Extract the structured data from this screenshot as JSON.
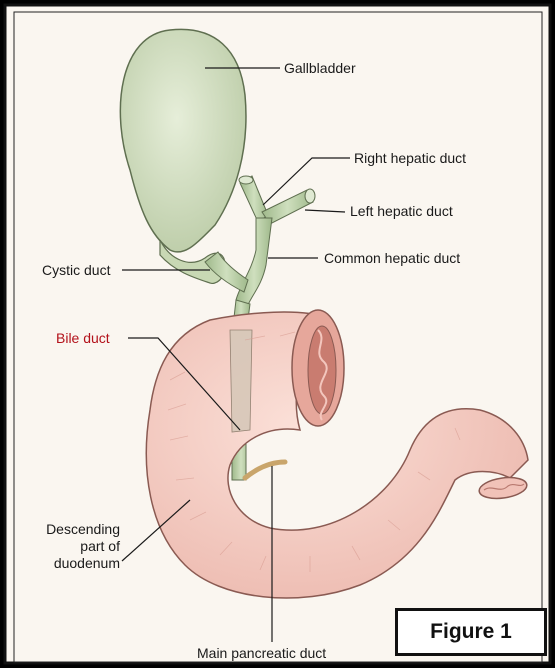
{
  "labels": {
    "gallbladder": "Gallbladder",
    "right_hepatic_duct": "Right hepatic duct",
    "left_hepatic_duct": "Left hepatic duct",
    "common_hepatic_duct": "Common hepatic duct",
    "cystic_duct": "Cystic duct",
    "bile_duct": "Bile duct",
    "descending_line1": "Descending",
    "descending_line2": "part of",
    "descending_line3": "duodenum",
    "main_pancreatic_duct": "Main pancreatic duct"
  },
  "figure_label": "Figure 1",
  "colors": {
    "background": "#faf5ef",
    "gallbladder": "#d8e4c9",
    "duct": "#b9cfa6",
    "duodenum": "#f4c9c0",
    "bile_duct_label": "#b3121b",
    "frame": "#111111"
  }
}
